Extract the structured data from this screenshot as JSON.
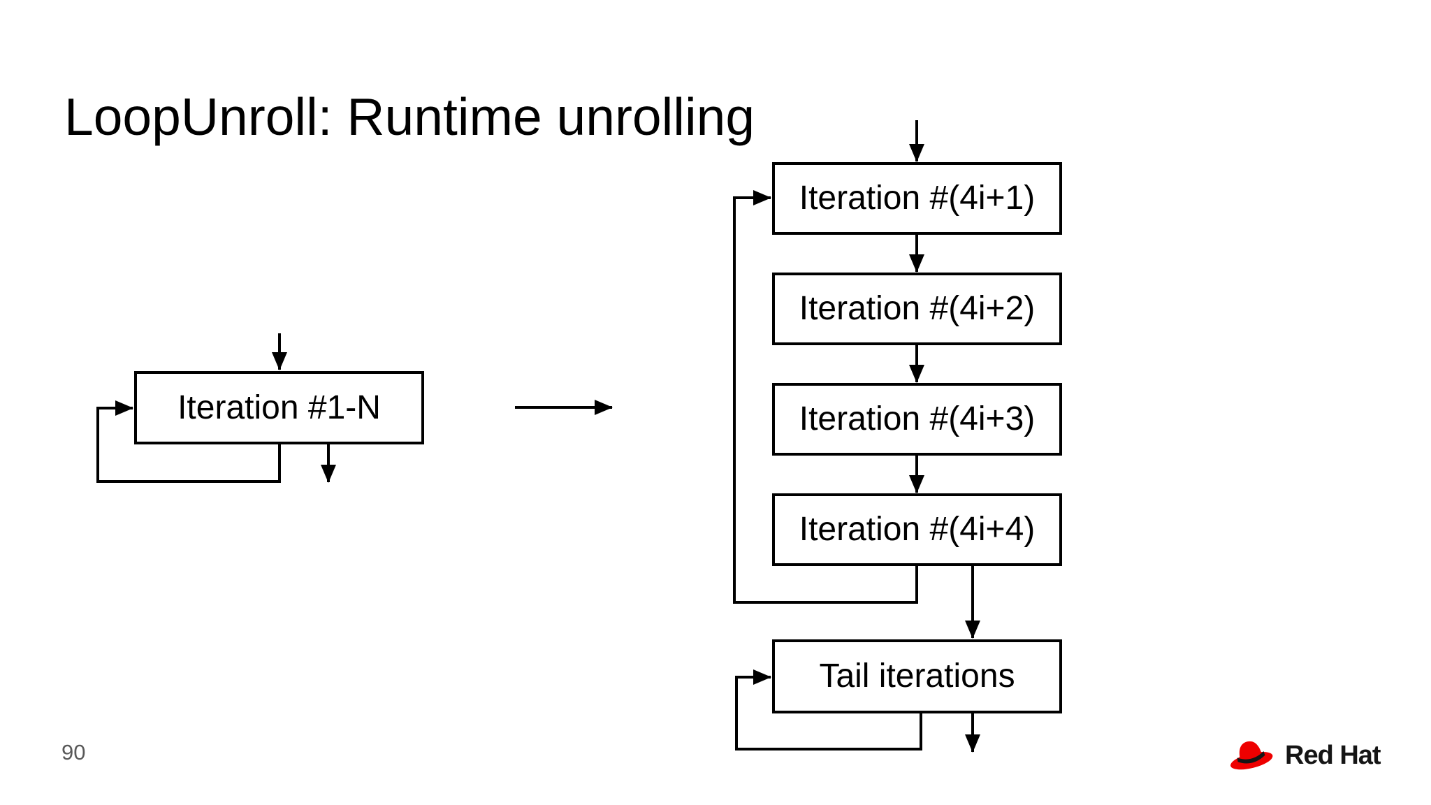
{
  "slide": {
    "title": "LoopUnroll: Runtime unrolling",
    "page_number": "90"
  },
  "diagram": {
    "original_loop": {
      "label": "Iteration #1-N",
      "self_loop": true,
      "has_entry_arrow": true,
      "has_exit_arrow": true
    },
    "transform_arrow": "right-arrow-icon",
    "unrolled_loop": {
      "boxes": [
        {
          "label": "Iteration #(4i+1)"
        },
        {
          "label": "Iteration #(4i+2)"
        },
        {
          "label": "Iteration #(4i+3)"
        },
        {
          "label": "Iteration #(4i+4)"
        }
      ],
      "back_edge": "from Iteration #(4i+4) to Iteration #(4i+1)",
      "tail": {
        "label": "Tail iterations",
        "self_loop": true,
        "has_exit_arrow": true
      }
    }
  },
  "footer": {
    "logo_icon": "redhat-fedora-icon",
    "logo_text": "Red Hat"
  },
  "colors": {
    "background": "#ffffff",
    "line": "#000000",
    "box_border": "#000000",
    "page_number": "#595959",
    "logo_red": "#ee0000",
    "logo_band": "#151515",
    "logo_text": "#151515"
  }
}
